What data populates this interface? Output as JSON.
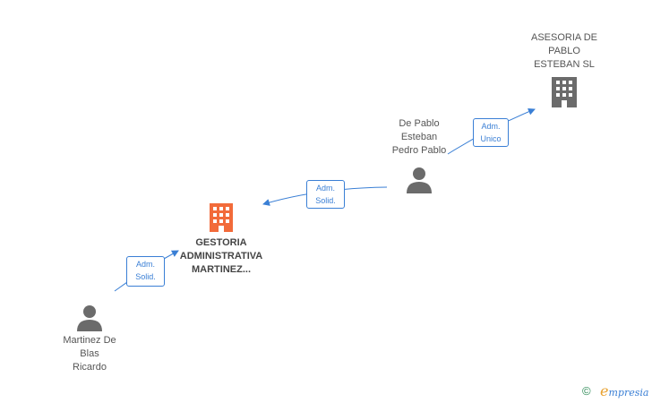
{
  "nodes": {
    "asesoria": {
      "label": [
        "ASESORIA DE",
        "PABLO",
        "ESTEBAN SL"
      ],
      "type": "company",
      "color": "#6b6b6b"
    },
    "depablo": {
      "label": [
        "De Pablo",
        "Esteban",
        "Pedro Pablo"
      ],
      "type": "person",
      "color": "#6b6b6b"
    },
    "gestoria": {
      "label": [
        "GESTORIA",
        "ADMINISTRATIVA",
        "MARTINEZ..."
      ],
      "type": "company",
      "color": "#f26b3a"
    },
    "martinez": {
      "label": [
        "Martinez De",
        "Blas",
        "Ricardo"
      ],
      "type": "person",
      "color": "#6b6b6b"
    }
  },
  "edges": [
    {
      "from": "depablo",
      "to": "asesoria",
      "label": [
        "Adm.",
        "Unico"
      ]
    },
    {
      "from": "depablo",
      "to": "gestoria",
      "label": [
        "Adm.",
        "Solid."
      ]
    },
    {
      "from": "martinez",
      "to": "gestoria",
      "label": [
        "Adm.",
        "Solid."
      ]
    }
  ],
  "colors": {
    "edge": "#3a7fd5"
  },
  "footer": {
    "copyright": "©",
    "brand_initial": "e",
    "brand_rest": "mpresia"
  }
}
